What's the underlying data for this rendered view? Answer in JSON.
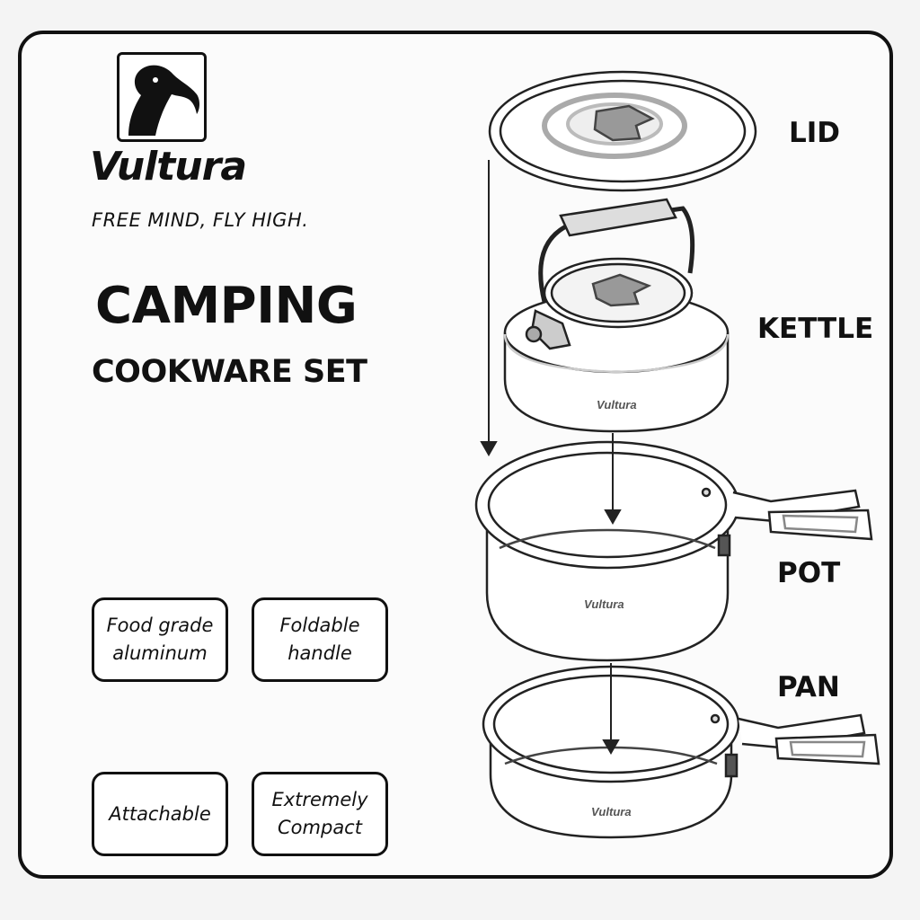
{
  "brand": {
    "name": "Vultura",
    "tagline": "FREE MIND, FLY HIGH.",
    "logo_icon": "vulture-head-icon"
  },
  "title": {
    "line1": "CAMPING",
    "line2": "COOKWARE SET"
  },
  "features": [
    {
      "line1": "Food grade",
      "line2": "aluminum"
    },
    {
      "line1": "Foldable",
      "line2": "handle"
    },
    {
      "line1": "Attachable",
      "line2": ""
    },
    {
      "line1": "Extremely",
      "line2": "Compact"
    }
  ],
  "parts": [
    {
      "label": "LID"
    },
    {
      "label": "KETTLE"
    },
    {
      "label": "POT"
    },
    {
      "label": "PAN"
    }
  ],
  "cookware_brand_mark": "Vultura"
}
